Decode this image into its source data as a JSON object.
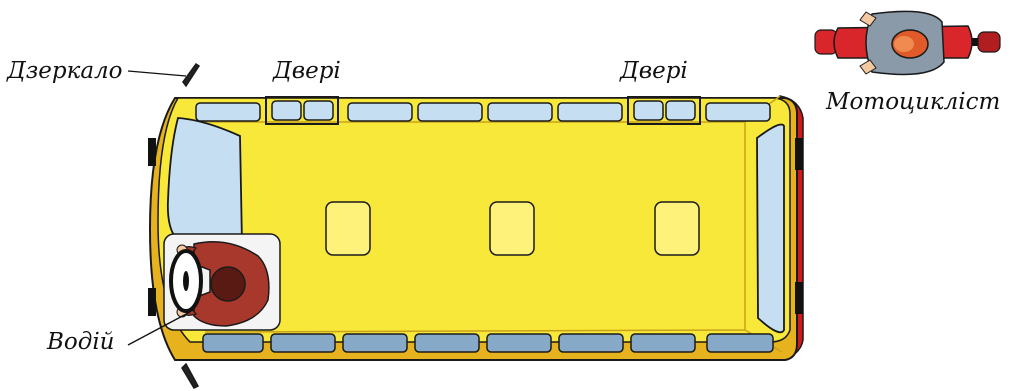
{
  "labels": {
    "mirror": "Дзеркало",
    "door_front": "Двері",
    "door_rear": "Двері",
    "motorcyclist": "Мотоцикліст",
    "driver": "Водій"
  },
  "colors": {
    "bus_body": "#f8e83a",
    "bus_shade": "#e6b21e",
    "window": "#c5def1",
    "lower_window": "#86a9c8",
    "roof_vent": "#fff27a",
    "driver_shirt": "#a8382b",
    "moto_red": "#d8262a",
    "rider_gray": "#8a9aa8",
    "outline": "#1a1a1a"
  }
}
